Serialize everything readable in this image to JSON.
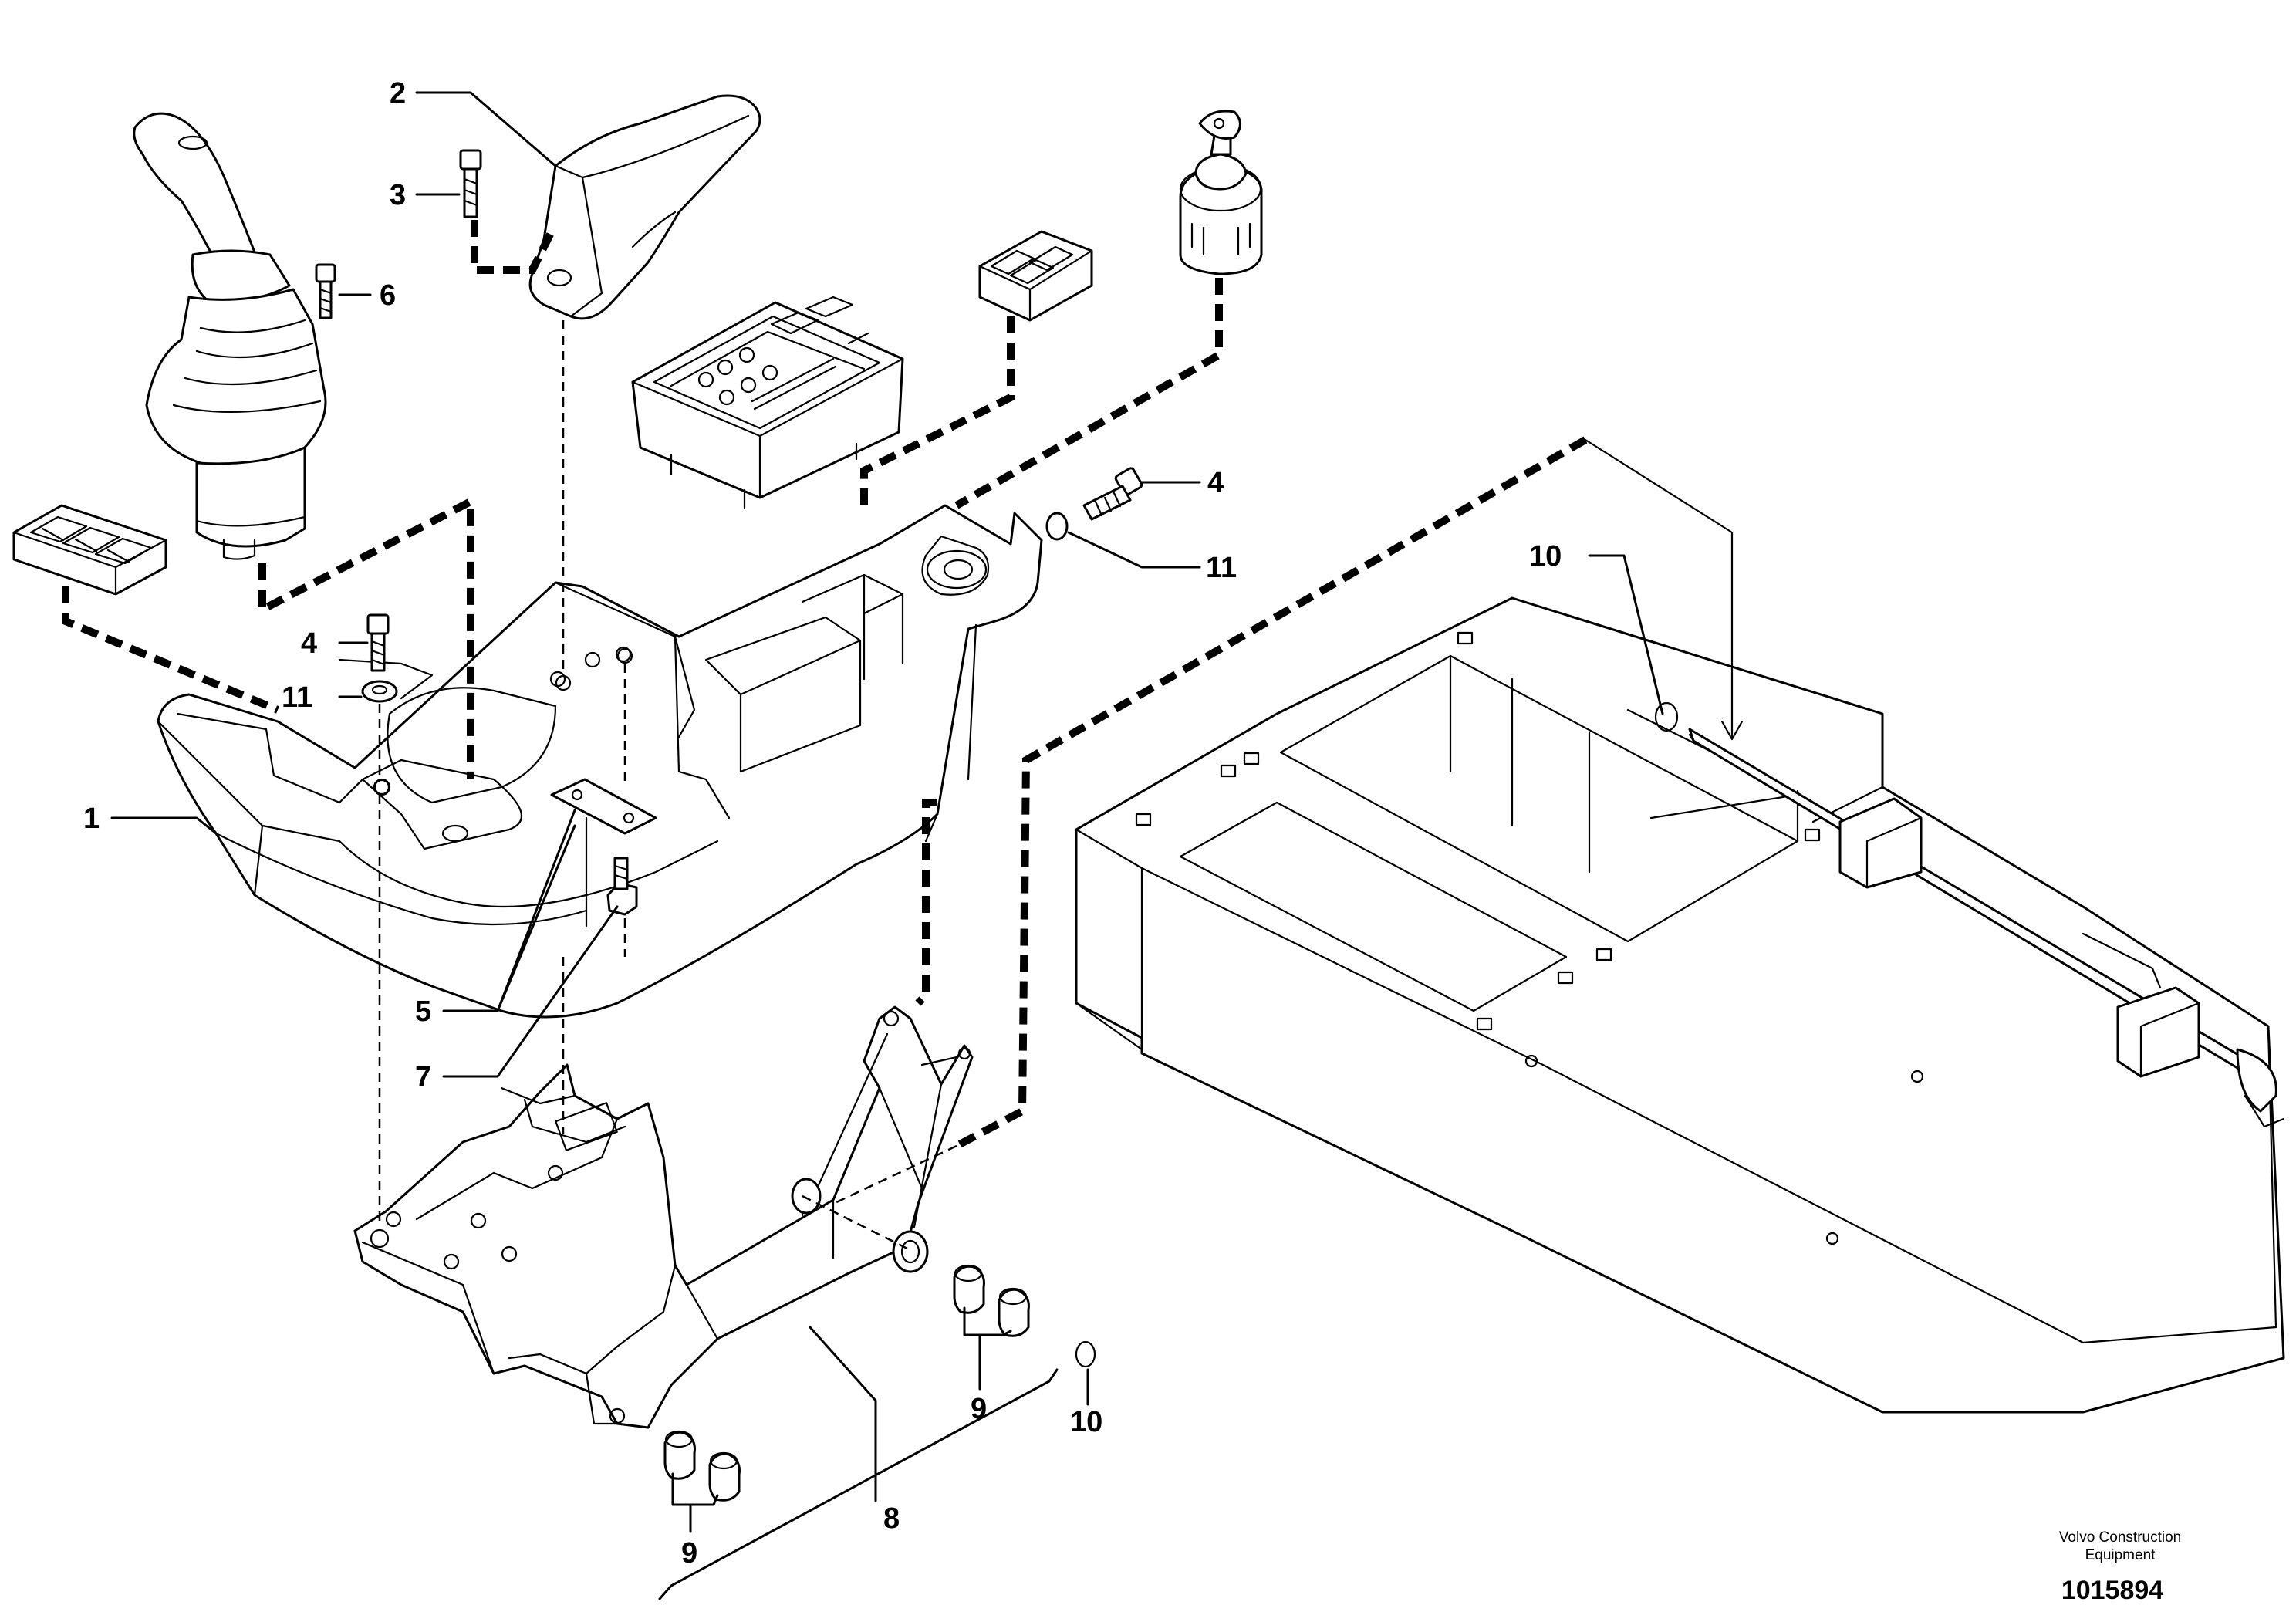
{
  "callouts": {
    "c1": "1",
    "c2": "2",
    "c3": "3",
    "c4a": "4",
    "c4b": "4",
    "c5": "5",
    "c6": "6",
    "c7": "7",
    "c8": "8",
    "c9a": "9",
    "c9b": "9",
    "c10a": "10",
    "c10b": "10",
    "c11a": "11",
    "c11b": "11"
  },
  "footer": {
    "credit_line1": "Volvo Construction",
    "credit_line2": "Equipment",
    "doc_number": "1015894"
  }
}
